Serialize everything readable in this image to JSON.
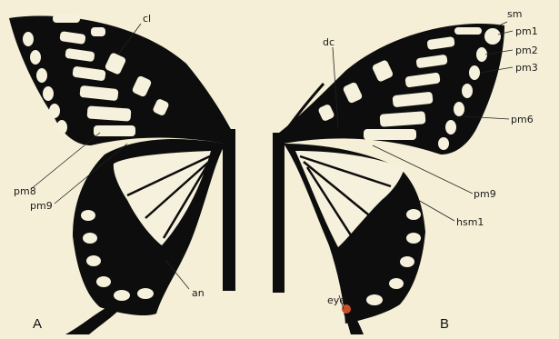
{
  "figure": {
    "panels": [
      "A",
      "B"
    ],
    "labels": {
      "cl": "cl",
      "pm8": "pm8",
      "pm9_a": "pm9",
      "an": "an",
      "sm": "sm",
      "dc": "dc",
      "pm1": "pm1",
      "pm2": "pm2",
      "pm3": "pm3",
      "pm6": "pm6",
      "pm9_b": "pm9",
      "hsm1": "hsm1",
      "eye": "eye"
    },
    "colors": {
      "background": "#f4efd6",
      "wing_dark": "#0d0d0d",
      "wing_pale": "#f6f1dc"
    }
  }
}
